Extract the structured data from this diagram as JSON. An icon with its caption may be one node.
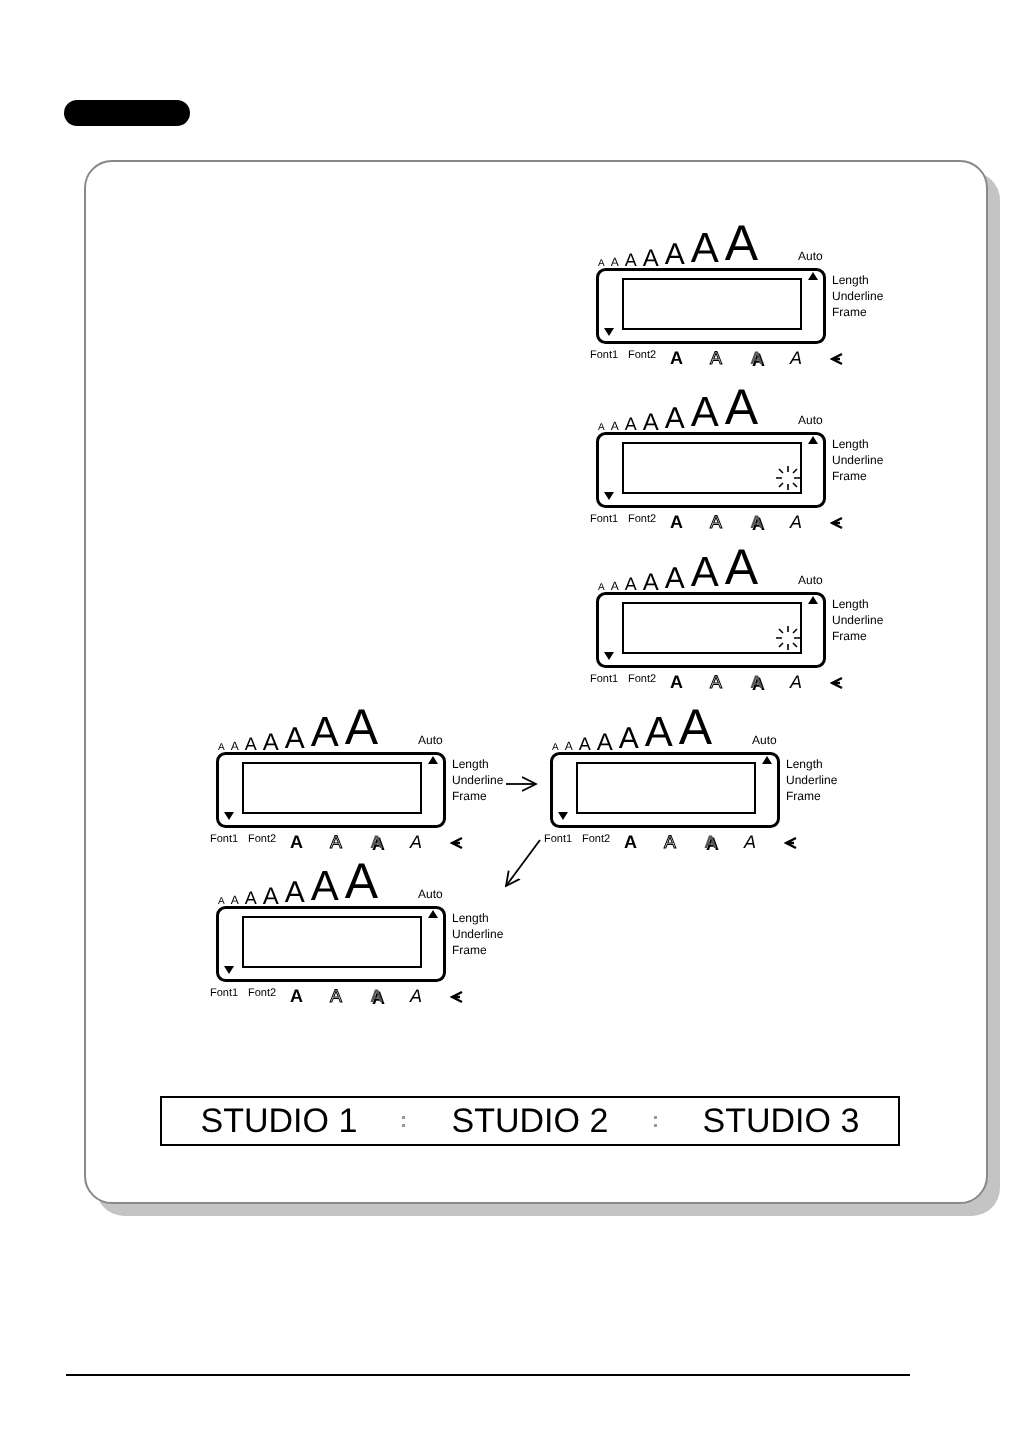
{
  "diagram": {
    "nodes": [
      {
        "text": [
          "A",
          "A",
          "A",
          "A",
          "A",
          "A",
          "A",
          "Auto",
          "Length",
          "Underline",
          "Frame",
          "Font1",
          "Font2",
          "A",
          "A",
          "A",
          "A"
        ]
      },
      {
        "text": [
          "A",
          "A",
          "A",
          "A",
          "A",
          "A",
          "A",
          "Auto",
          "Length",
          "Underline",
          "Frame",
          "Font1",
          "Font2",
          "A",
          "A",
          "A",
          "A"
        ]
      },
      {
        "text": [
          "A",
          "A",
          "A",
          "A",
          "A",
          "A",
          "A",
          "Auto",
          "Length",
          "Underline",
          "Frame",
          "Font1",
          "Font2",
          "A",
          "A",
          "A",
          "A"
        ]
      },
      {
        "text": [
          "A",
          "A",
          "A",
          "A",
          "A",
          "A",
          "A",
          "Auto",
          "Length",
          "Underline",
          "Frame",
          "Font1",
          "Font2",
          "A",
          "A",
          "A",
          "A"
        ]
      },
      {
        "text": [
          "A",
          "A",
          "A",
          "A",
          "A",
          "A",
          "A",
          "Auto",
          "Length",
          "Underline",
          "Frame",
          "Font1",
          "Font2",
          "A",
          "A",
          "A",
          "A"
        ]
      },
      {
        "text": [
          "A",
          "A",
          "A",
          "A",
          "A",
          "A",
          "A",
          "Auto",
          "Length",
          "Underline",
          "Frame",
          "Font1",
          "Font2",
          "A",
          "A",
          "A",
          "A"
        ]
      }
    ],
    "edges": [
      {
        "from": 3,
        "to": 4,
        "arrow": "to"
      },
      {
        "from": 4,
        "to": 5,
        "arrow": "to"
      }
    ],
    "labels": [
      "STUDIO 1",
      "STUDIO 2",
      "STUDIO 3"
    ]
  }
}
